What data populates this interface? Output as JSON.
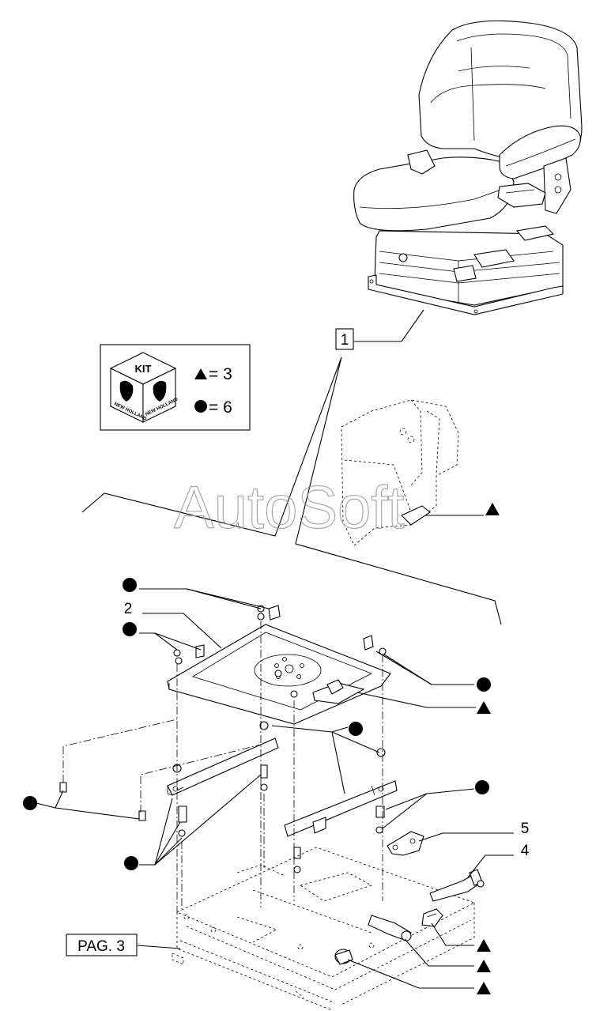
{
  "diagram": {
    "callouts": {
      "item_1": "1",
      "item_2": "2",
      "item_4": "4",
      "item_5": "5"
    },
    "kit_legend": {
      "cube_label": "KIT",
      "brand_text_left": "NEW HOLLAND",
      "brand_text_right": "NEW HOLLAND",
      "triangle_count": "= 3",
      "circle_count": "= 6"
    },
    "page_ref": "PAG. 3",
    "watermark": "AutoSoft",
    "symbols": {
      "triangle": "triangle-marker",
      "circle": "circle-marker"
    }
  }
}
